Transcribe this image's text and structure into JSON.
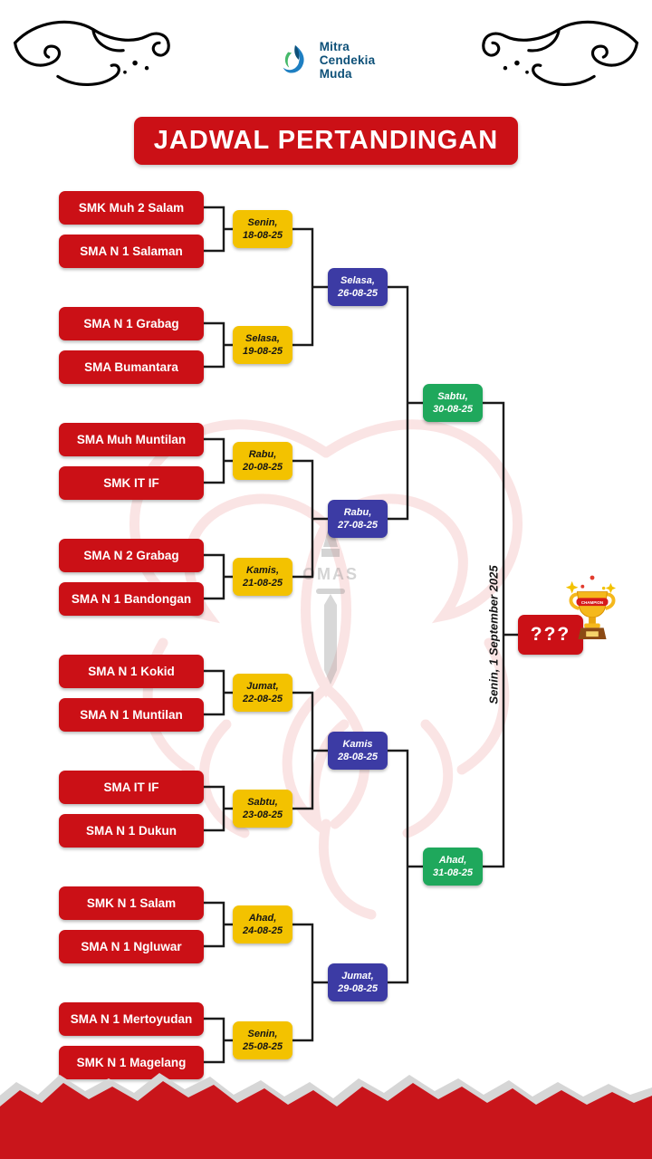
{
  "logo": {
    "line1": "Mitra",
    "line2": "Cendekia",
    "line3": "Muda"
  },
  "title": "JADWAL PERTANDINGAN",
  "bracket": {
    "teams": [
      "SMK Muh 2 Salam",
      "SMA N 1 Salaman",
      "SMA N 1 Grabag",
      "SMA Bumantara",
      "SMA Muh Muntilan",
      "SMK IT IF",
      "SMA N 2 Grabag",
      "SMA N 1 Bandongan",
      "SMA N 1 Kokid",
      "SMA N 1 Muntilan",
      "SMA IT IF",
      "SMA N 1 Dukun",
      "SMK N 1 Salam",
      "SMA N 1 Ngluwar",
      "SMA N 1 Mertoyudan",
      "SMK N 1 Magelang"
    ],
    "round1": [
      {
        "day": "Senin,",
        "date": "18-08-25"
      },
      {
        "day": "Selasa,",
        "date": "19-08-25"
      },
      {
        "day": "Rabu,",
        "date": "20-08-25"
      },
      {
        "day": "Kamis,",
        "date": "21-08-25"
      },
      {
        "day": "Jumat,",
        "date": "22-08-25"
      },
      {
        "day": "Sabtu,",
        "date": "23-08-25"
      },
      {
        "day": "Ahad,",
        "date": "24-08-25"
      },
      {
        "day": "Senin,",
        "date": "25-08-25"
      }
    ],
    "round2": [
      {
        "day": "Selasa,",
        "date": "26-08-25"
      },
      {
        "day": "Rabu,",
        "date": "27-08-25"
      },
      {
        "day": "Kamis",
        "date": "28-08-25"
      },
      {
        "day": "Jumat,",
        "date": "29-08-25"
      }
    ],
    "semifinals": [
      {
        "day": "Sabtu,",
        "date": "30-08-25"
      },
      {
        "day": "Ahad,",
        "date": "31-08-25"
      }
    ],
    "final": {
      "label": "???",
      "schedule": "Senin, 1 September 2025"
    }
  },
  "trophy": {
    "label": "CHAMPION"
  },
  "watermark": {
    "text": "OMAS"
  },
  "colors": {
    "red": "#CB1016",
    "yellow": "#F3C200",
    "blue": "#3C3BA4",
    "green": "#1FA85C",
    "logo_blue": "#0D5078"
  }
}
